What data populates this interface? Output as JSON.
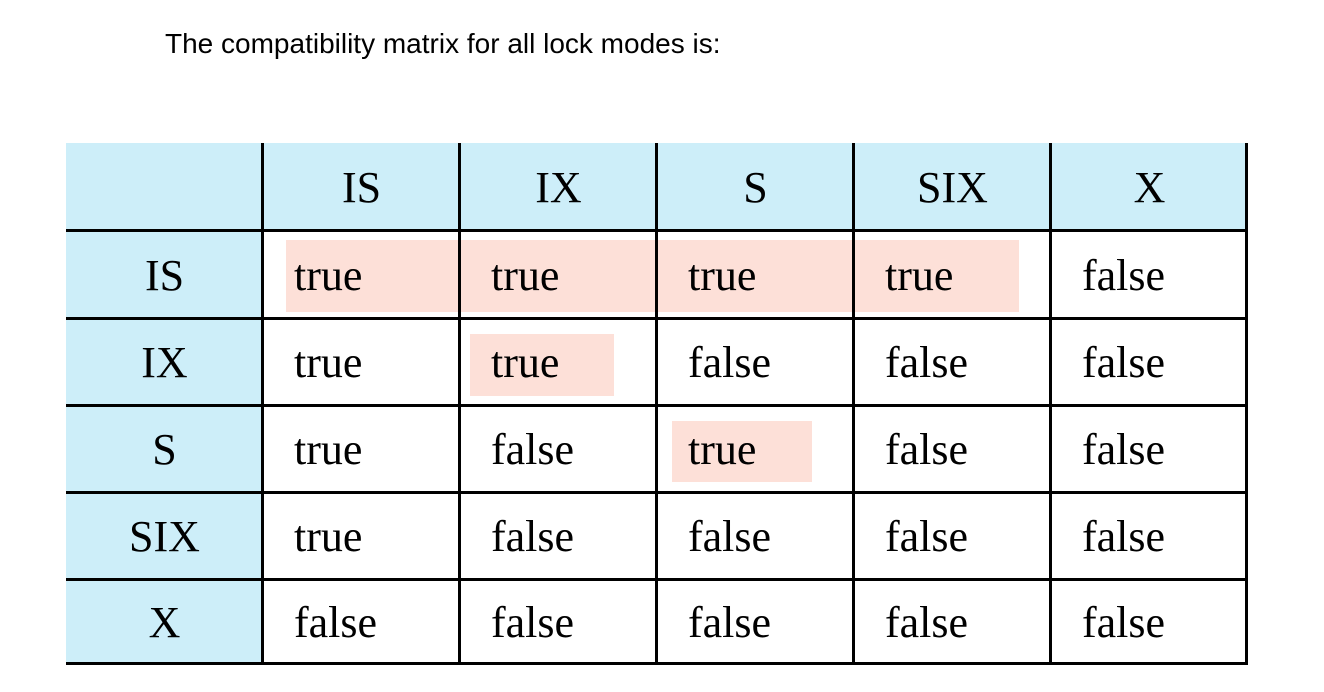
{
  "intro": "The compatibility matrix for all lock modes is:",
  "colors": {
    "header_bg": "#cdeef9",
    "highlight": "#fde0d8",
    "grid": "#000000"
  },
  "matrix": {
    "corner": "",
    "columns": [
      "IS",
      "IX",
      "S",
      "SIX",
      "X"
    ],
    "rows": [
      {
        "label": "IS",
        "cells": [
          "true",
          "true",
          "true",
          "true",
          "false"
        ]
      },
      {
        "label": "IX",
        "cells": [
          "true",
          "true",
          "false",
          "false",
          "false"
        ]
      },
      {
        "label": "S",
        "cells": [
          "true",
          "false",
          "true",
          "false",
          "false"
        ]
      },
      {
        "label": "SIX",
        "cells": [
          "true",
          "false",
          "false",
          "false",
          "false"
        ]
      },
      {
        "label": "X",
        "cells": [
          "false",
          "false",
          "false",
          "false",
          "false"
        ]
      }
    ]
  }
}
